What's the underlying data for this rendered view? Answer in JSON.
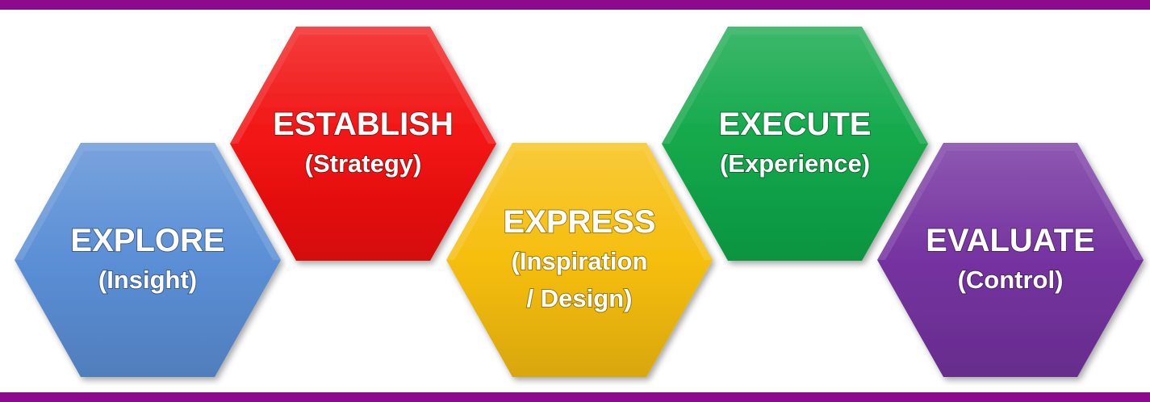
{
  "colors": {
    "frame": "#8B0A8E",
    "explore": "#5B8FD6",
    "establish": "#F21212",
    "express": "#F6BE0E",
    "execute": "#12A84A",
    "evaluate": "#7533A0"
  },
  "steps": [
    {
      "title": "EXPLORE",
      "subtitle_lines": [
        "(Insight)"
      ],
      "color_key": "explore"
    },
    {
      "title": "ESTABLISH",
      "subtitle_lines": [
        "(Strategy)"
      ],
      "color_key": "establish"
    },
    {
      "title": "EXPRESS",
      "subtitle_lines": [
        "(Inspiration",
        "/ Design)"
      ],
      "color_key": "express"
    },
    {
      "title": "EXECUTE",
      "subtitle_lines": [
        "(Experience)"
      ],
      "color_key": "execute"
    },
    {
      "title": "EVALUATE",
      "subtitle_lines": [
        "(Control)"
      ],
      "color_key": "evaluate"
    }
  ]
}
